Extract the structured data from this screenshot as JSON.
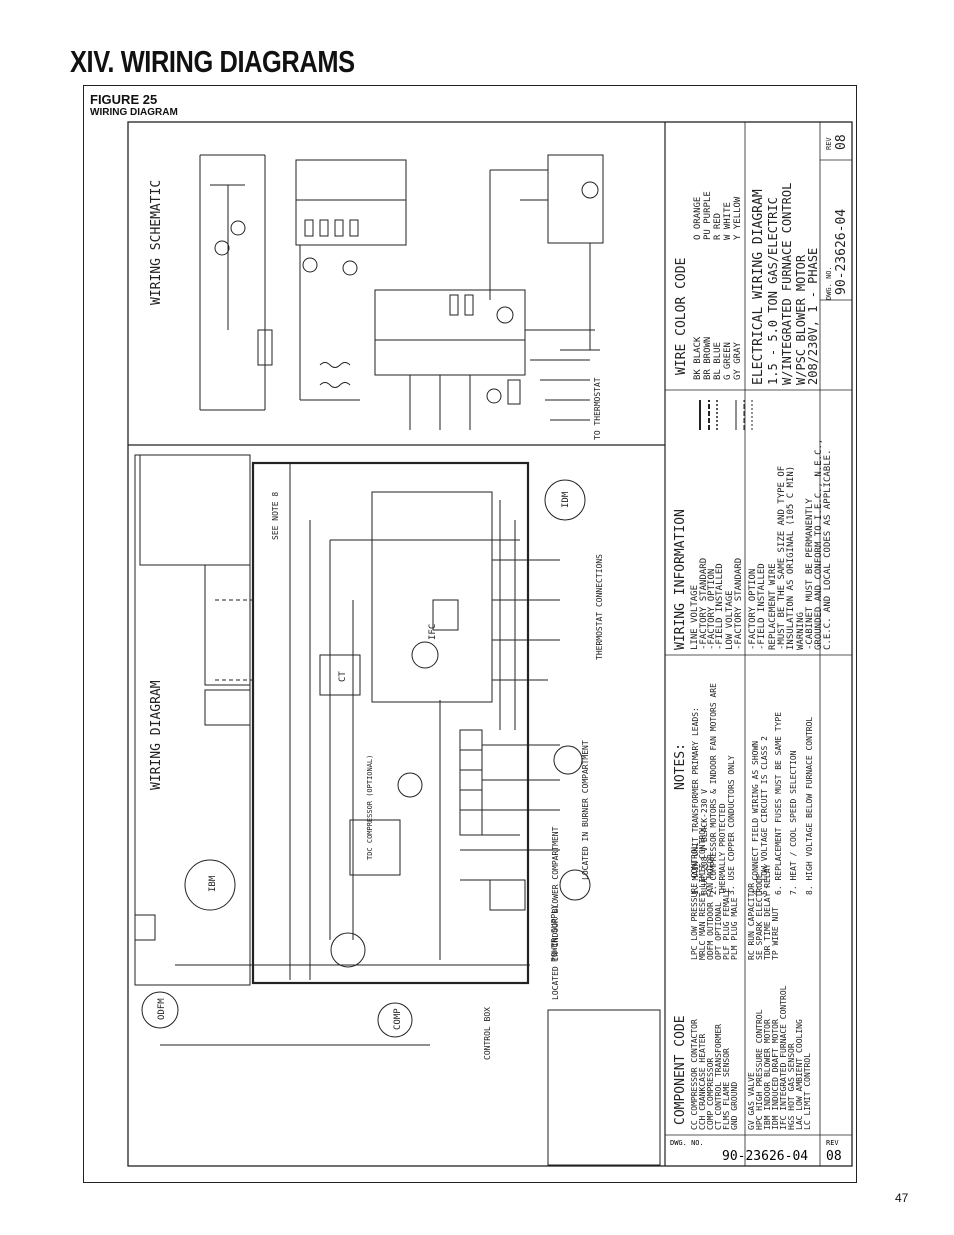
{
  "header": {
    "title": "XIV. WIRING DIAGRAMS"
  },
  "figure": {
    "label": "FIGURE 25",
    "caption": "WIRING DIAGRAM"
  },
  "page_number": "47",
  "sheet": {
    "schematic_title": "WIRING SCHEMATIC",
    "diagram_title": "WIRING DIAGRAM",
    "wire_color_code": {
      "title": "WIRE COLOR CODE",
      "entries": [
        "BK BLACK",
        "BR BROWN",
        "BL BLUE",
        "G GREEN",
        "GY GRAY",
        "O ORANGE",
        "PU PURPLE",
        "R RED",
        "W WHITE",
        "Y YELLOW"
      ]
    },
    "electrical_title": {
      "line1": "ELECTRICAL WIRING DIAGRAM",
      "line2": "1.5 - 5.0 TON GAS/ELECTRIC",
      "line3": "W/INTEGRATED FURNACE CONTROL",
      "line4": "W/PSC BLOWER MOTOR",
      "line5": "208/230V, 1 - PHASE"
    },
    "title_block": {
      "dwg_label": "DWG. NO.",
      "dwg_no": "90-23626-04",
      "rev_label": "REV",
      "rev": "08"
    },
    "wiring_information": {
      "title": "WIRING INFORMATION",
      "lines": [
        "LINE VOLTAGE",
        "-FACTORY STANDARD",
        "-FACTORY OPTION",
        "-FIELD INSTALLED",
        "LOW VOLTAGE",
        "-FACTORY STANDARD",
        "-FACTORY OPTION",
        "-FIELD INSTALLED",
        "REPLACEMENT WIRE",
        "-MUST BE THE SAME SIZE AND TYPE OF",
        "INSULATION AS ORIGINAL (105 C MIN)",
        "WARNING",
        "-CABINET MUST BE PERMANENTLY",
        "GROUNDED AND CONFORM TO I.E.C., N.E.C.,",
        "C.E.C. AND LOCAL CODES AS APPLICABLE."
      ]
    },
    "notes": {
      "title": "NOTES:",
      "lines": [
        "1. MAIN UNIT TRANSFORMER PRIMARY LEADS:",
        "BLUE-208 V  BLACK-230 V",
        "2. COMPRESSOR MOTORS & INDOOR FAN MOTORS ARE",
        "THERMALLY PROTECTED",
        "3. USE COPPER CONDUCTORS ONLY",
        "4. CONNECT FIELD WIRING AS SHOWN",
        "5. LOW VOLTAGE CIRCUIT IS CLASS 2",
        "6. REPLACEMENT FUSES MUST BE SAME TYPE",
        "7. HEAT / COOL SPEED SELECTION",
        "8. HIGH VOLTAGE BELOW FURNACE CONTROL"
      ]
    },
    "component_code": {
      "title": "COMPONENT CODE",
      "entries": [
        "CC COMPRESSOR CONTACTOR",
        "CCH CRANKCASE HEATER",
        "COMP COMPRESSOR",
        "CT CONTROL TRANSFORMER",
        "FLMS FLAME SENSOR",
        "GND GROUND",
        "GV GAS VALVE",
        "HPC HIGH PRESSURE CONTROL",
        "IBM INDOOR BLOWER MOTOR",
        "IDM INDUCED DRAFT MOTOR",
        "IFC INTEGRATED FURNACE CONTROL",
        "HGS HOT GAS SENSOR",
        "LAC LOW AMBIENT COOLING",
        "LC LIMIT CONTROL",
        "LPC LOW PRESSURE CONTROL",
        "MRLC MAN RESET LIMIT CONTROL",
        "ODFM OUTDOOR FAN MOTOR",
        "OPT OPTIONAL",
        "PLF PLUG FEMALE",
        "PLM PLUG MALE",
        "RC RUN CAPACITOR",
        "SE SPARK ELECTRODE",
        "TDR TIME DELAY RELAY",
        "TP WIRE NUT"
      ]
    },
    "labels": {
      "ifc": "IFC",
      "ct": "CT",
      "ibm": "IBM",
      "idm": "IDM",
      "odfm": "ODFM",
      "comp": "COMP",
      "thermostat": "TO THERMOSTAT",
      "thermostat_conn": "THERMOSTAT CONNECTIONS",
      "control_box": "CONTROL BOX",
      "power_supply": "POWER SUPPLY",
      "located_burner": "LOCATED IN BURNER COMPARTMENT",
      "located_blower": "LOCATED IN INDOOR BLOWER COMPARTMENT",
      "tdc": "TDC COMPRESSOR (OPTIONAL)",
      "see_note": "SEE NOTE 8"
    }
  }
}
